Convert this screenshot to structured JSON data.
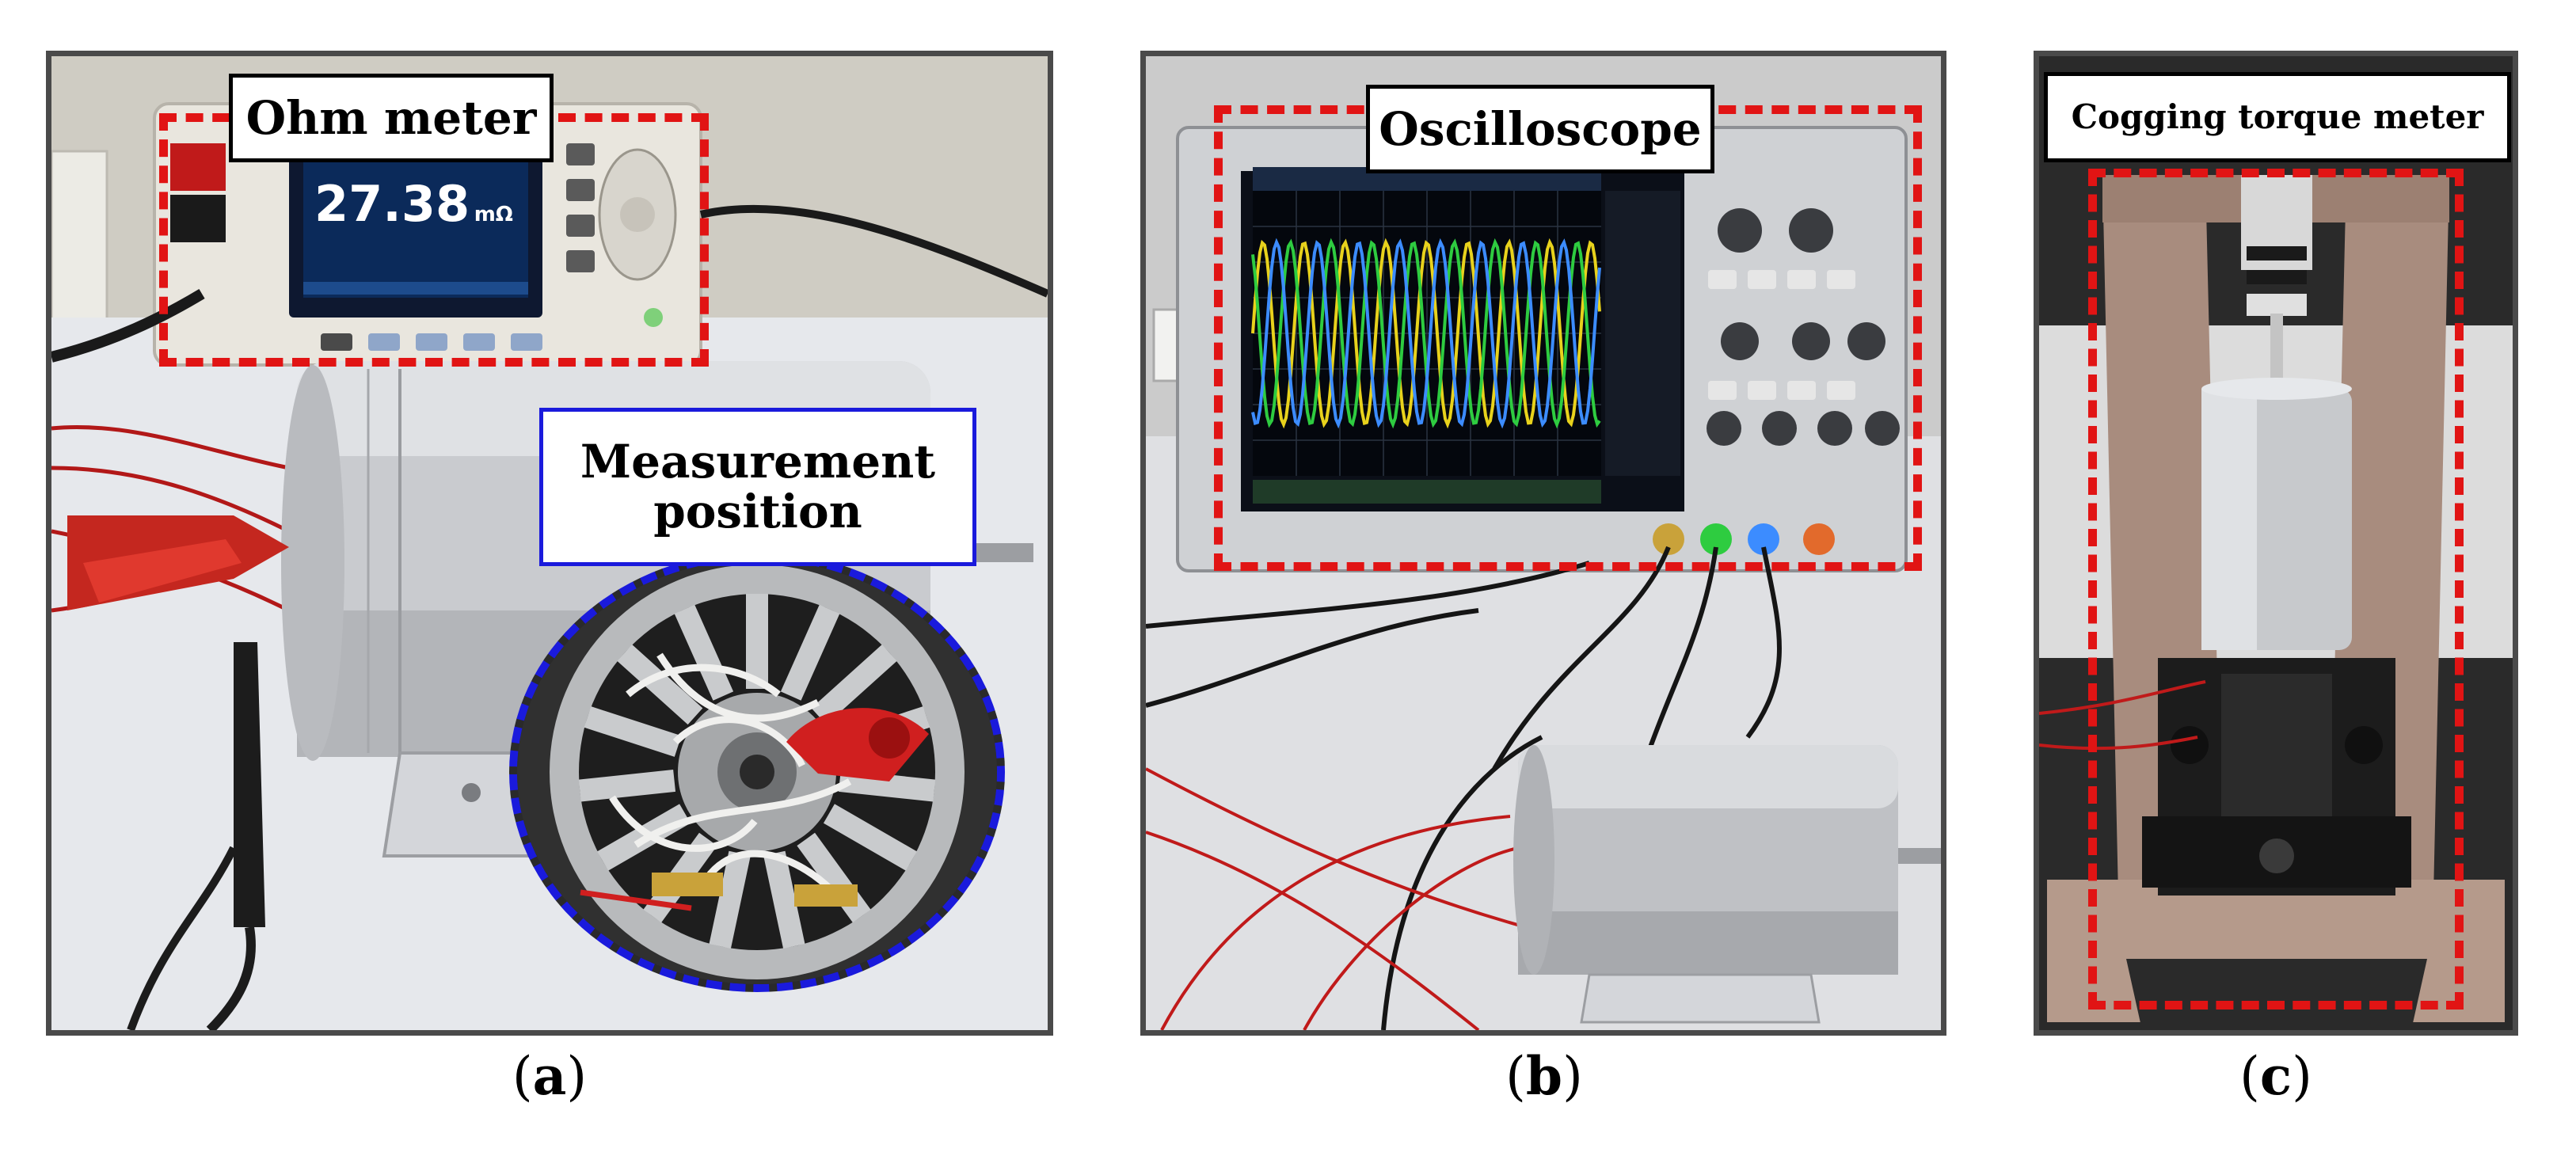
{
  "panels": [
    {
      "id": "a",
      "label": "Ohm meter",
      "inset_label": "Measurement\nposition",
      "display": {
        "value": "27.38",
        "unit": "mΩ"
      },
      "caption_letter": "a"
    },
    {
      "id": "b",
      "label": "Oscilloscope",
      "caption_letter": "b"
    },
    {
      "id": "c",
      "label": "Cogging torque meter",
      "caption_letter": "c"
    }
  ],
  "colors": {
    "highlight_red": "#e11414",
    "highlight_blue": "#1a1adc",
    "trace_yellow": "#e8d21c",
    "trace_green": "#2ecc40",
    "trace_blue": "#3c8cff"
  }
}
